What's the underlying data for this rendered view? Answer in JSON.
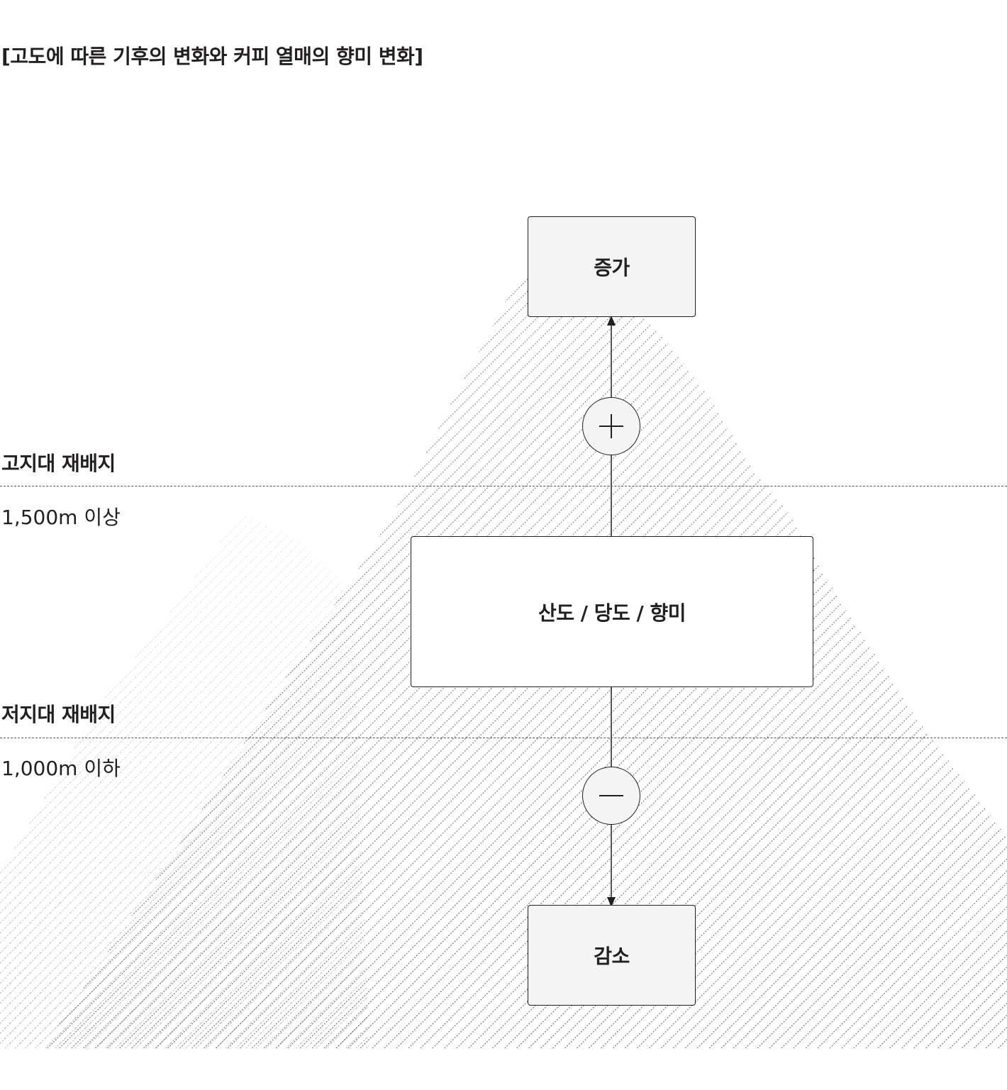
{
  "title": "[고도에 따른 기후의 변화와 커피 열매의 향미 변화]",
  "zones": {
    "high": {
      "label": "고지대 재배지",
      "altitude": "1,500m 이상"
    },
    "low": {
      "label": "저지대 재배지",
      "altitude": "1,000m 이하"
    }
  },
  "nodes": {
    "top": "증가",
    "center": "산도 / 당도 / 향미",
    "bottom": "감소"
  },
  "operators": {
    "plus": "plus-icon",
    "minus": "minus-icon"
  },
  "colors": {
    "text": "#231f20",
    "box_fill": "#f4f4f4",
    "hatch": "#333333"
  }
}
